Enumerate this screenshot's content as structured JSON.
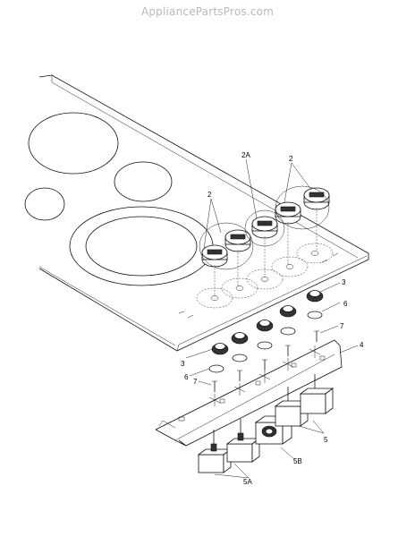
{
  "watermark": "AppliancePartsPros.com",
  "callouts": {
    "knob_left": "2",
    "knob_2a": "2A",
    "knob_right": "2",
    "cap_upper": "3",
    "cap_lower": "3",
    "clip_upper": "6",
    "clip_lower": "6",
    "screw_upper": "7",
    "screw_lower": "7",
    "bracket": "4",
    "switch": "5",
    "switch_5a": "5A",
    "switch_5b": "5B"
  }
}
